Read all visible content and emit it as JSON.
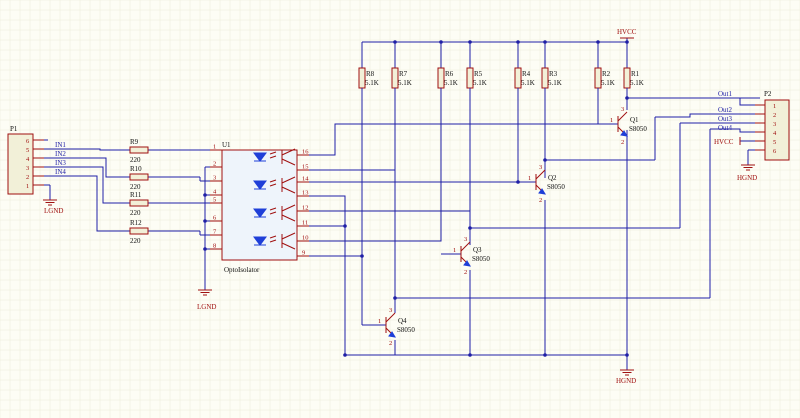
{
  "connectors": {
    "p1": {
      "ref": "P1",
      "pins": [
        "6",
        "5",
        "4",
        "3",
        "2",
        "1"
      ]
    },
    "p2": {
      "ref": "P2",
      "pins": [
        "1",
        "2",
        "3",
        "4",
        "5",
        "6"
      ]
    }
  },
  "nets": {
    "inputs": [
      "IN1",
      "IN2",
      "IN3",
      "IN4"
    ],
    "outputs": [
      "Out1",
      "Out2",
      "Out3",
      "Out4"
    ],
    "lgnd": "LGND",
    "hgnd": "HGND",
    "hvcc": "HVCC"
  },
  "input_resistors": [
    {
      "ref": "R9",
      "value": "220"
    },
    {
      "ref": "R10",
      "value": "220"
    },
    {
      "ref": "R11",
      "value": "220"
    },
    {
      "ref": "R12",
      "value": "220"
    }
  ],
  "pullup_resistors": [
    {
      "ref": "R8",
      "value": "5.1K"
    },
    {
      "ref": "R7",
      "value": "5.1K"
    },
    {
      "ref": "R6",
      "value": "5.1K"
    },
    {
      "ref": "R5",
      "value": "5.1K"
    },
    {
      "ref": "R4",
      "value": "5.1K"
    },
    {
      "ref": "R3",
      "value": "5.1K"
    },
    {
      "ref": "R2",
      "value": "5.1K"
    },
    {
      "ref": "R1",
      "value": "5.1K"
    }
  ],
  "optoisolator": {
    "ref": "U1",
    "name": "OptoIsolator",
    "left_pins": [
      "1",
      "2",
      "3",
      "4",
      "5",
      "6",
      "7",
      "8"
    ],
    "right_pins": [
      "16",
      "15",
      "14",
      "13",
      "12",
      "11",
      "10",
      "9"
    ]
  },
  "transistors": [
    {
      "ref": "Q1",
      "part": "S8050"
    },
    {
      "ref": "Q2",
      "part": "S8050"
    },
    {
      "ref": "Q3",
      "part": "S8050"
    },
    {
      "ref": "Q4",
      "part": "S8050"
    }
  ],
  "transistor_pin_labels": {
    "base": "1",
    "collector": "3",
    "emitter": "2"
  }
}
